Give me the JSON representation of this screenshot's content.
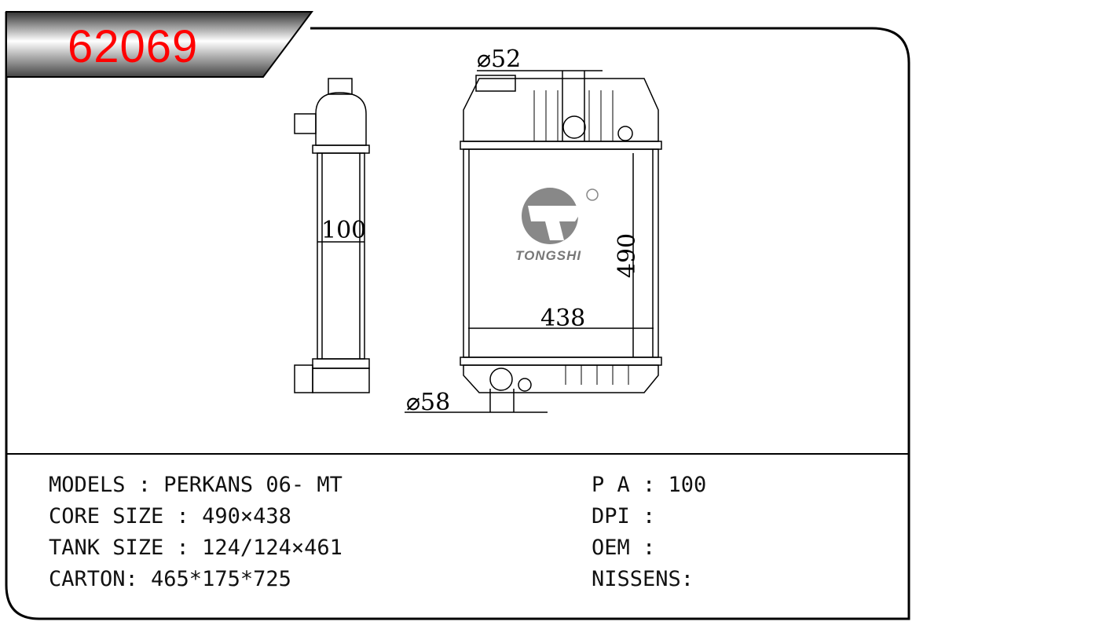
{
  "part_number": "62069",
  "dimensions": {
    "thickness": "100",
    "height": "490",
    "width": "438",
    "inlet_diameter": "⌀52",
    "outlet_diameter": "⌀58"
  },
  "logo": {
    "text": "TONGSHI",
    "mark": "®"
  },
  "specs": {
    "left": [
      "MODELS : PERKANS 06- MT",
      "CORE SIZE : 490×438",
      "TANK SIZE : 124/124×461",
      "CARTON: 465*175*725"
    ],
    "right": [
      "P A : 100",
      "DPI :",
      "OEM :",
      "NISSENS:"
    ]
  },
  "colors": {
    "part_number": "#ff0000"
  }
}
